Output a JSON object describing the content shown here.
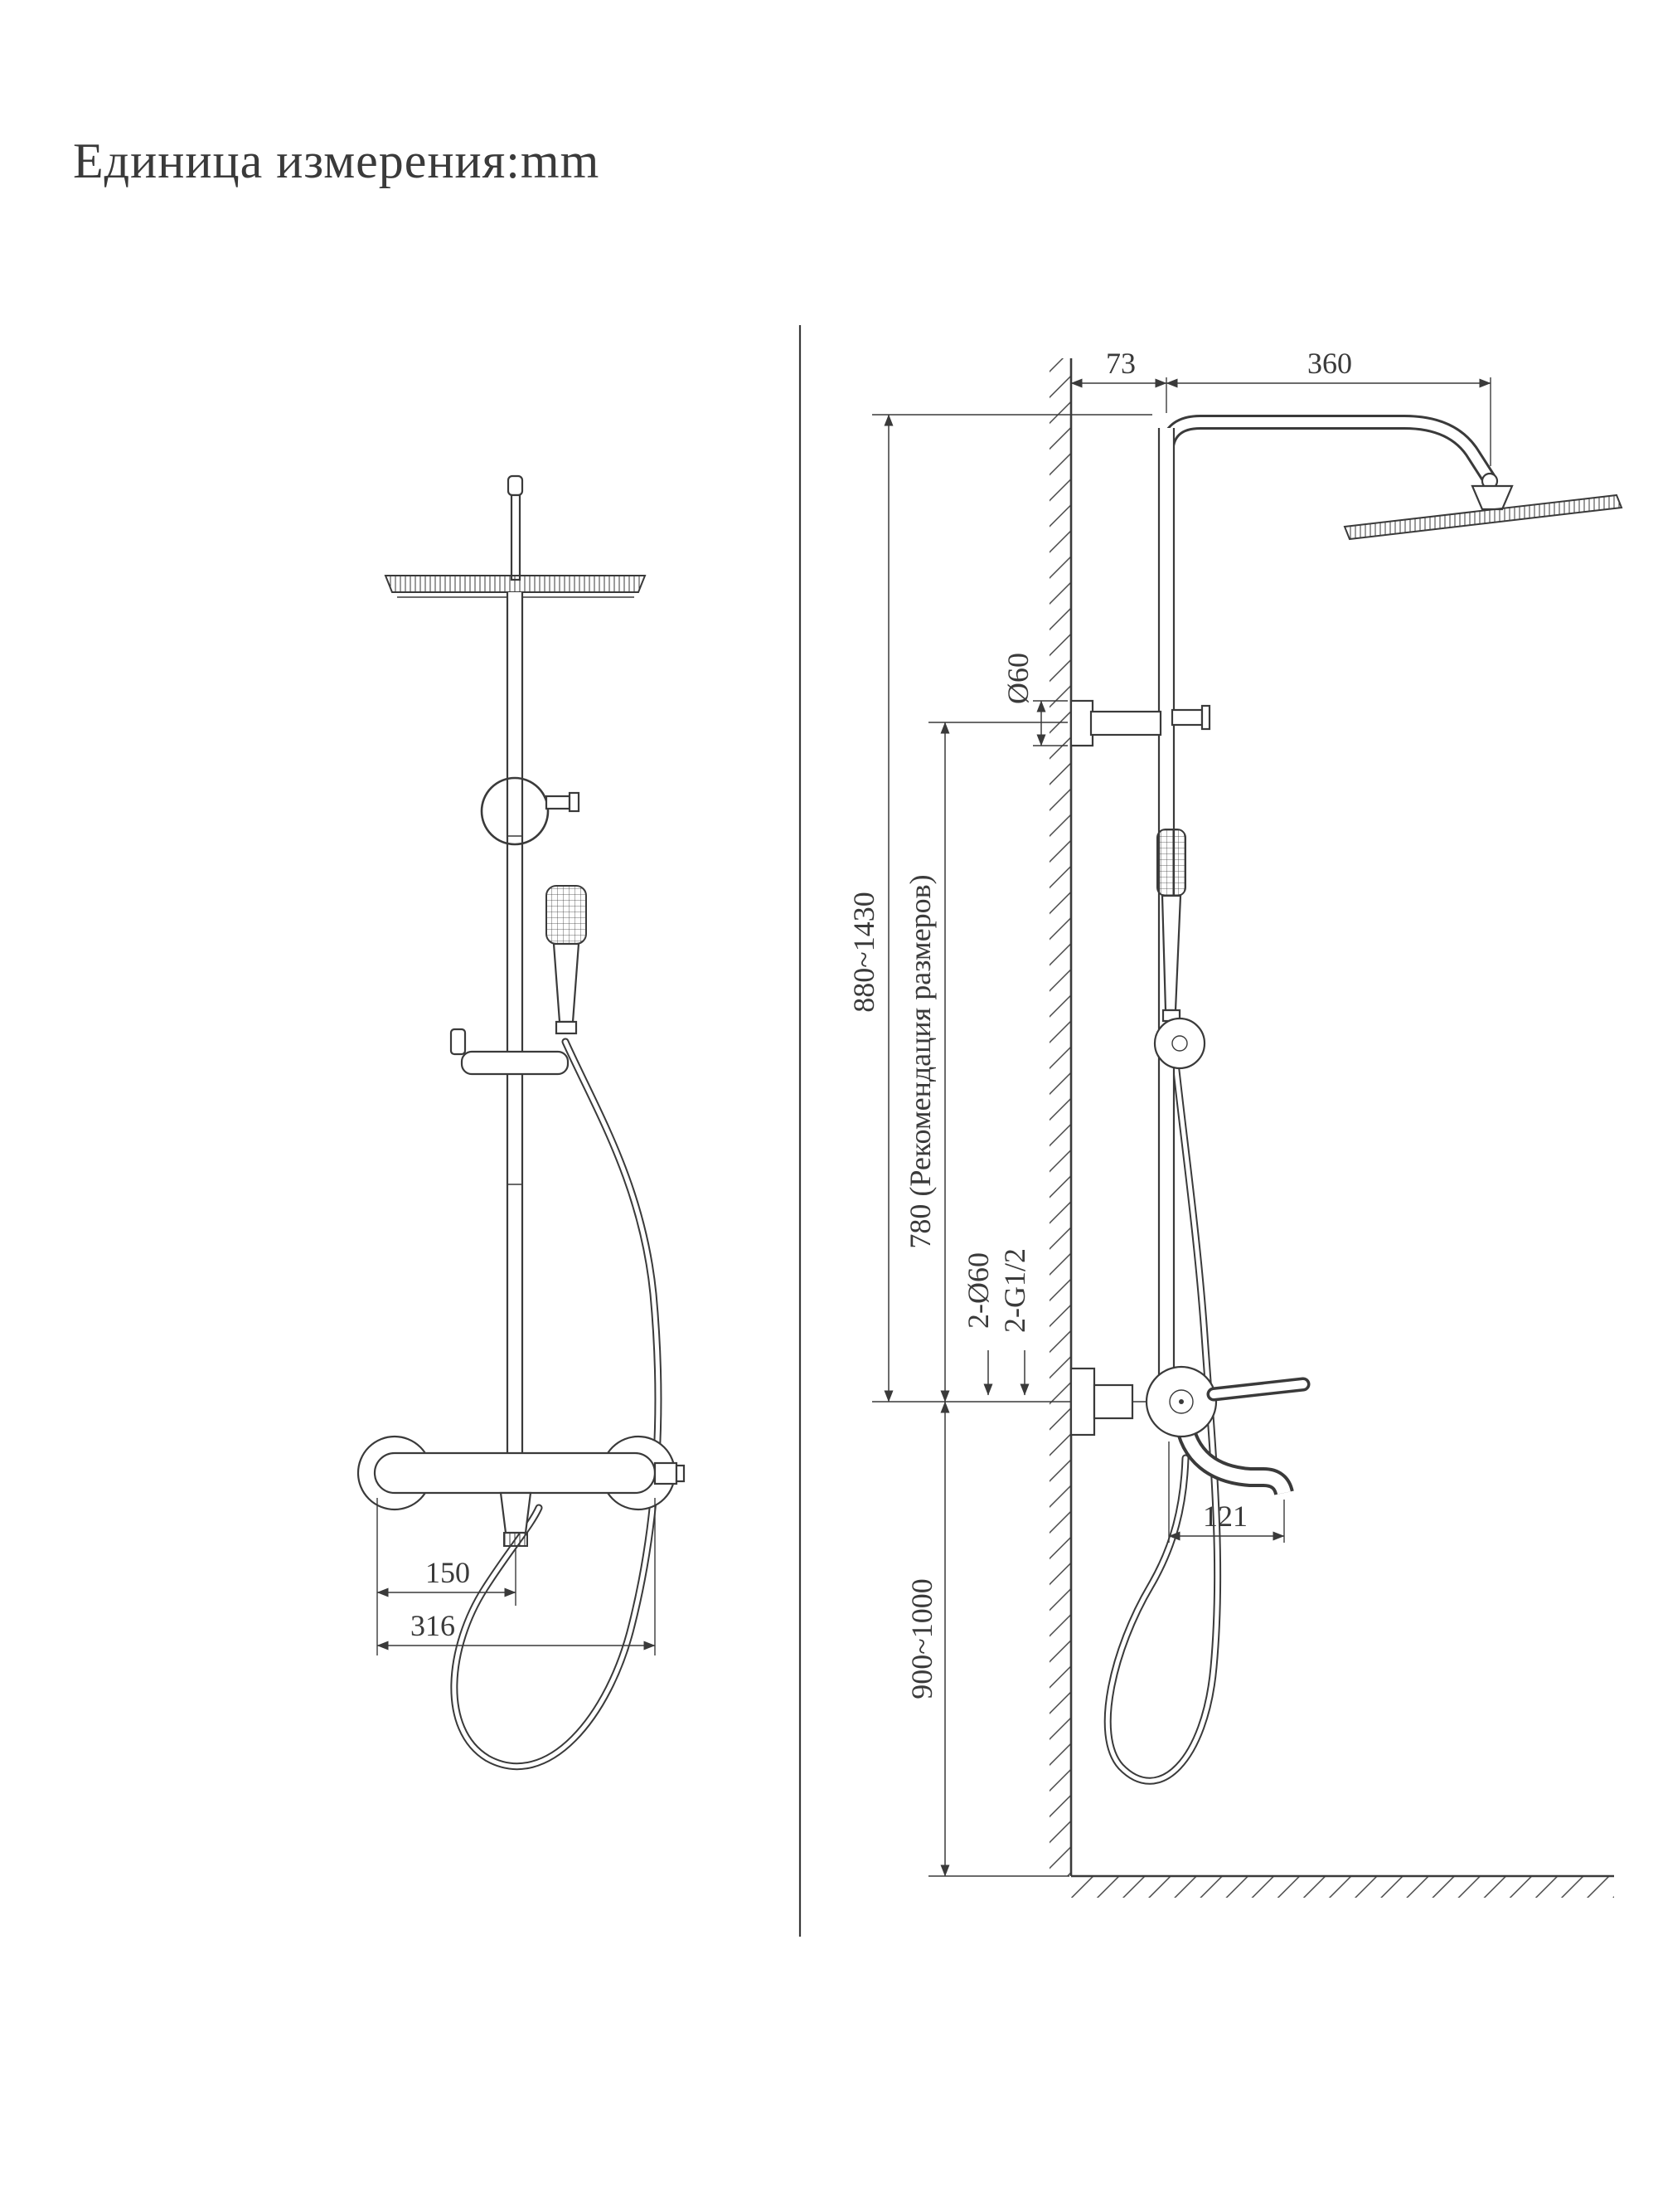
{
  "title": "Единица измерения:mm",
  "front": {
    "dim_150": "150",
    "dim_316": "316"
  },
  "side": {
    "dim_73": "73",
    "dim_360": "360",
    "dim_d60": "Ø60",
    "dim_height_range": "880~1430",
    "dim_recommend": "780 (Рекомендация размеров)",
    "dim_inlets_diameter": "2-Ø60",
    "dim_inlets_thread": "2-G1/2",
    "dim_121": "121",
    "dim_install_height": "900~1000"
  },
  "colors": {
    "line": "#3a3a3a",
    "background": "#ffffff"
  }
}
